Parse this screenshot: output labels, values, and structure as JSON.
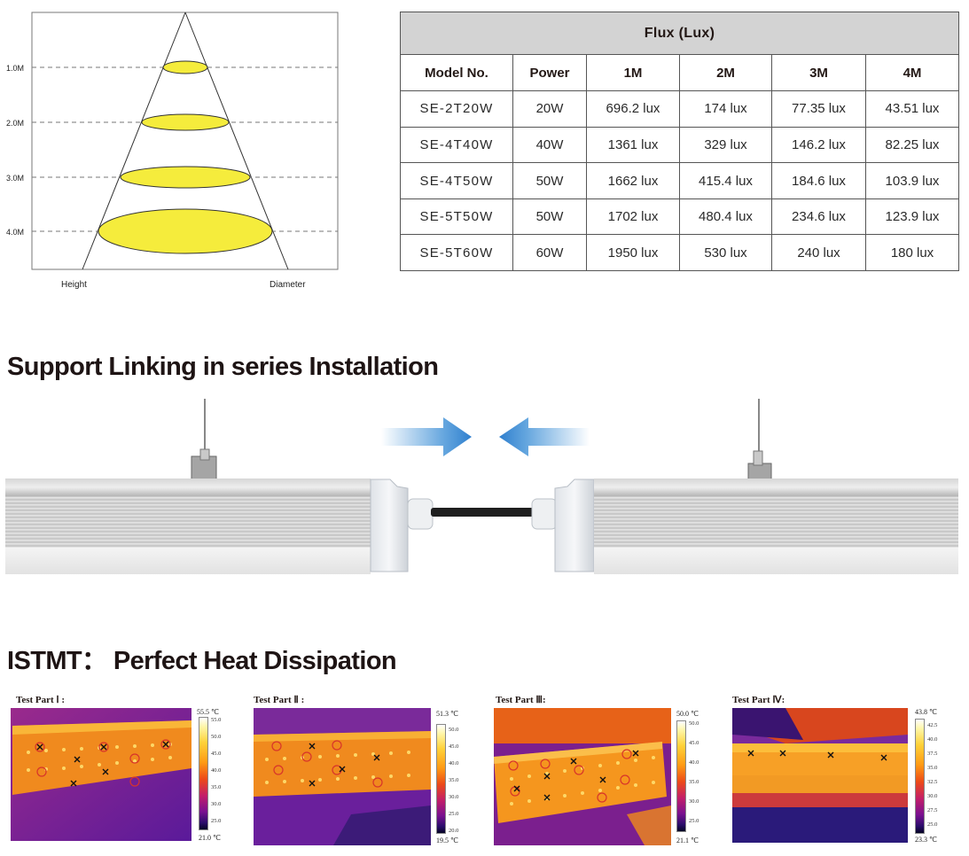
{
  "beam_diagram": {
    "levels": [
      "1.0M",
      "2.0M",
      "3.0M",
      "4.0M"
    ],
    "height_label": "Height",
    "diameter_label": "Diameter",
    "spot_color": "#f5ec3c"
  },
  "flux_table": {
    "caption": "Flux (Lux)",
    "headers": [
      "Model No.",
      "Power",
      "1M",
      "2M",
      "3M",
      "4M"
    ],
    "rows": [
      [
        "SE-2T20W",
        "20W",
        "696.2 lux",
        "174 lux",
        "77.35 lux",
        "43.51 lux"
      ],
      [
        "SE-4T40W",
        "40W",
        "1361 lux",
        "329 lux",
        "146.2 lux",
        "82.25 lux"
      ],
      [
        "SE-4T50W",
        "50W",
        "1662 lux",
        "415.4 lux",
        "184.6 lux",
        "103.9 lux"
      ],
      [
        "SE-5T50W",
        "50W",
        "1702 lux",
        "480.4 lux",
        "234.6 lux",
        "123.9 lux"
      ],
      [
        "SE-5T60W",
        "60W",
        "1950 lux",
        "530 lux",
        "240 lux",
        "180 lux"
      ]
    ],
    "caption_bg": "#d3d3d3"
  },
  "linking": {
    "title": "Support Linking in series Installation",
    "arrow_color": "#3d8fd6"
  },
  "istmt": {
    "title": "ISTMT：  Perfect Heat Dissipation",
    "panels": [
      {
        "label": "Test Part Ⅰ :",
        "max": "55.5 ℃",
        "min": "21.0 ℃",
        "ticks": [
          "55.0",
          "50.0",
          "45.0",
          "40.0",
          "35.0",
          "30.0",
          "25.0"
        ]
      },
      {
        "label": "Test Part Ⅱ :",
        "max": "51.3 ℃",
        "min": "19.5 ℃",
        "ticks": [
          "50.0",
          "45.0",
          "40.0",
          "35.0",
          "30.0",
          "25.0",
          "20.0"
        ]
      },
      {
        "label": "Test Part Ⅲ:",
        "max": "50.0 ℃",
        "min": "21.1 ℃",
        "ticks": [
          "50.0",
          "45.0",
          "40.0",
          "35.0",
          "30.0",
          "25.0"
        ]
      },
      {
        "label": "Test Part Ⅳ:",
        "max": "43.8 ℃",
        "min": "23.3 ℃",
        "ticks": [
          "42.5",
          "40.0",
          "37.5",
          "35.0",
          "32.5",
          "30.0",
          "27.5",
          "25.0"
        ]
      }
    ]
  }
}
